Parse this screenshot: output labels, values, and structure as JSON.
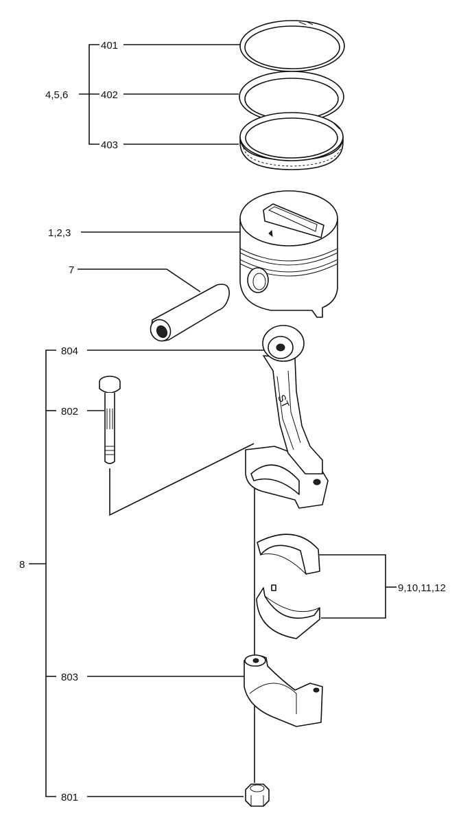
{
  "labels": {
    "group_rings": "4,5,6",
    "ring_top": "401",
    "ring_second": "402",
    "ring_oil": "403",
    "piston": "1,2,3",
    "piston_pin": "7",
    "con_rod_assembly": "8",
    "small_end_bushing": "804",
    "rod_bolt": "802",
    "bearing_shells": "9,10,11,12",
    "rod_cap": "803",
    "rod_nut": "801"
  }
}
